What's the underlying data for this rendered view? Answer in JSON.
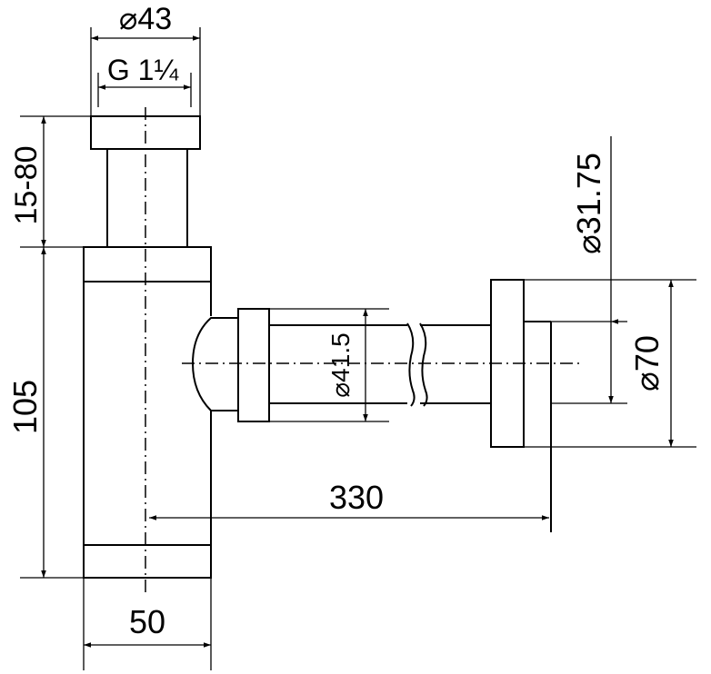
{
  "dimensions": {
    "top_outer_diameter": "⌀43",
    "thread": "G 1¼",
    "height_adjust": "15-80",
    "body_height": "105",
    "body_width": "50",
    "outlet_length": "330",
    "pipe_diameter": "⌀41.5",
    "outlet_pipe_diameter": "⌀31.75",
    "flange_diameter": "⌀70"
  }
}
